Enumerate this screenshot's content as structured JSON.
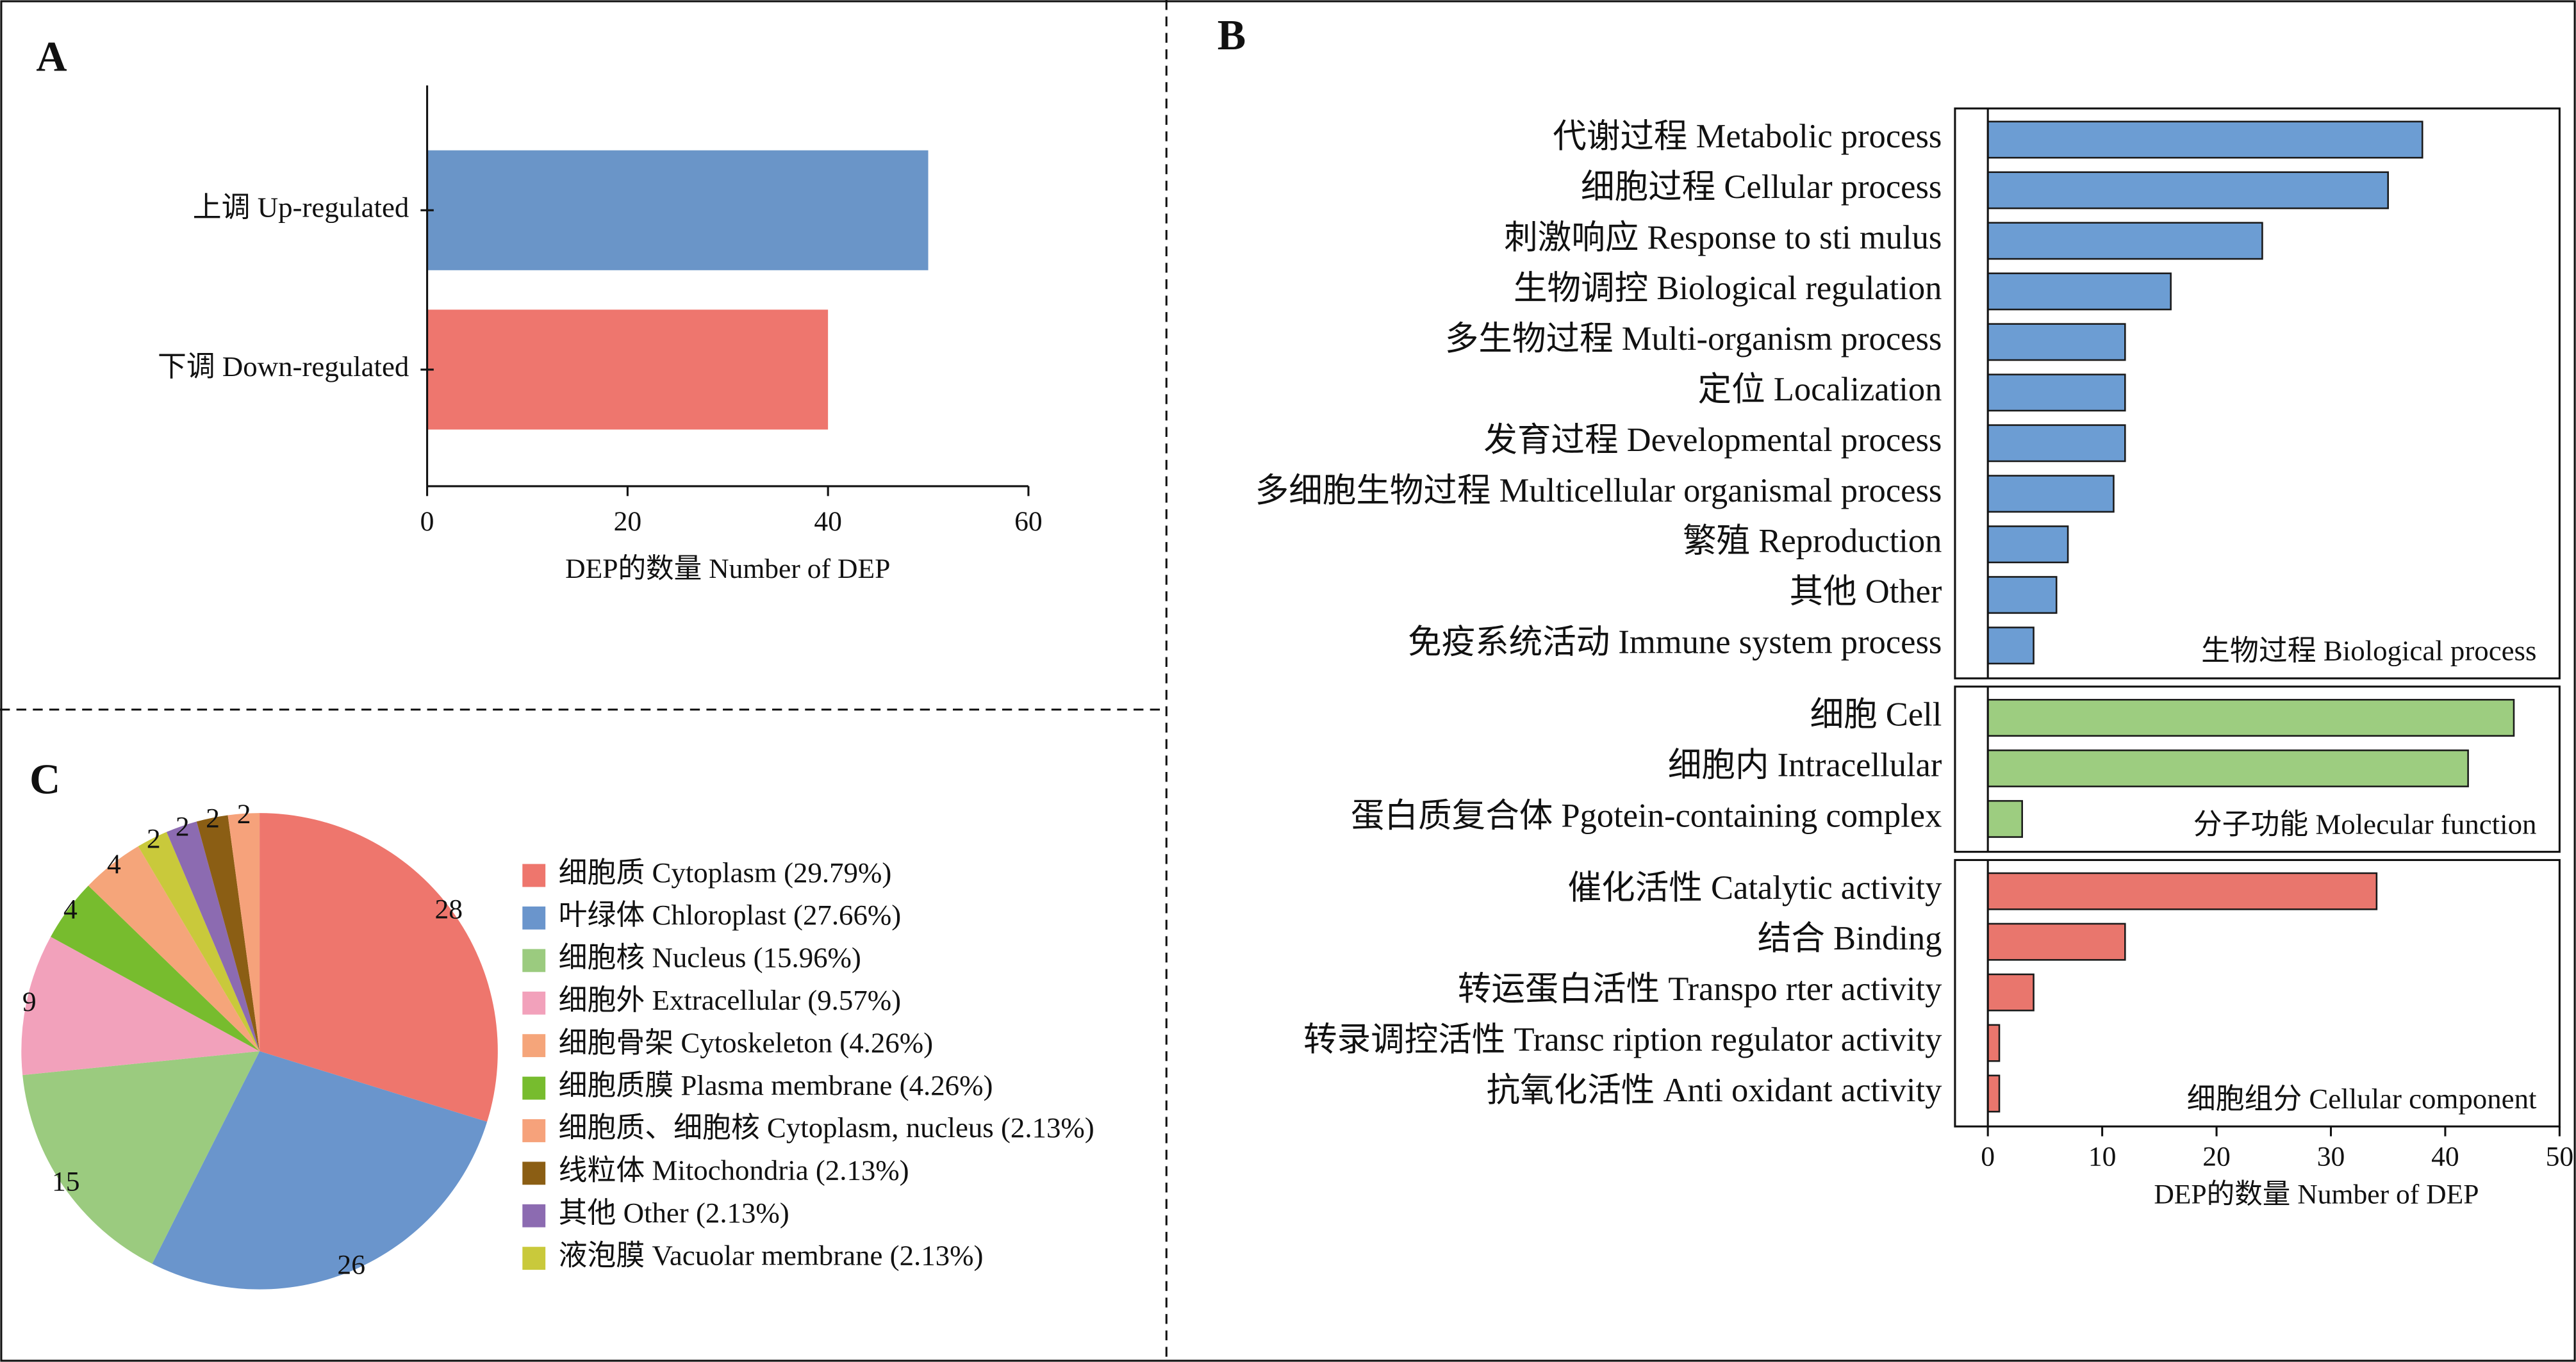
{
  "chart_data": [
    {
      "panel_label": "A",
      "type": "bar",
      "orientation": "horizontal",
      "categories": [
        "上调 Up-regulated",
        "下调 Down-regulated"
      ],
      "values": [
        50,
        40
      ],
      "colors": [
        "#6A95C8",
        "#EE766E"
      ],
      "xlabel": "DEP的数量 Number of DEP",
      "xlim": [
        0,
        60
      ],
      "xticks": [
        0,
        20,
        40,
        60
      ]
    },
    {
      "panel_label": "B",
      "type": "bar",
      "orientation": "horizontal",
      "groups": [
        {
          "name": "生物过程 Biological process",
          "color": "#6C9DD3",
          "categories": [
            "代谢过程 Metabolic process",
            "细胞过程 Cellular process",
            "刺激响应 Response to sti mulus",
            "生物调控 Biological regulation",
            "多生物过程 Multi-organism process",
            "定位 Localization",
            "发育过程 Developmental process",
            "多细胞生物过程 Multicellular organismal process",
            "繁殖 Reproduction",
            "其他 Other",
            "免疫系统活动 Immune system process"
          ],
          "values": [
            38,
            35,
            24,
            16,
            12,
            12,
            12,
            11,
            7,
            6,
            4
          ]
        },
        {
          "name": "分子功能 Molecular function",
          "color": "#9DCD80",
          "categories": [
            "细胞 Cell",
            "细胞内 Intracellular",
            "蛋白质复合体 Pgotein-containing complex"
          ],
          "values": [
            46,
            42,
            3
          ]
        },
        {
          "name": "细胞组分 Cellular component",
          "color": "#E9766D",
          "categories": [
            "催化活性 Catalytic activity",
            "结合 Binding",
            "转运蛋白活性 Transpo rter activity",
            "转录调控活性 Transc ription regulator activity",
            "抗氧化活性 Anti oxidant activity"
          ],
          "values": [
            34,
            12,
            4,
            1,
            1
          ]
        }
      ],
      "xlabel": "DEP的数量 Number of DEP",
      "xlim": [
        0,
        50
      ],
      "xticks": [
        0,
        10,
        20,
        30,
        40,
        50
      ]
    },
    {
      "panel_label": "C",
      "type": "pie",
      "slices": [
        {
          "label": "细胞质 Cytoplasm (29.79%)",
          "value": 28,
          "color": "#EE766D"
        },
        {
          "label": "叶绿体 Chloroplast (27.66%)",
          "value": 26,
          "color": "#6A95CC"
        },
        {
          "label": "细胞核 Nucleus (15.96%)",
          "value": 15,
          "color": "#9BCB7F"
        },
        {
          "label": "细胞外 Extracellular (9.57%)",
          "value": 9,
          "color": "#F2A1BB"
        },
        {
          "label": "细胞骨架 Cytoskeleton (4.26%)",
          "value": 4,
          "color": "#F5A57A"
        },
        {
          "label": "细胞质膜 Plasma membrane (4.26%)",
          "value": 4,
          "color": "#77BC2E"
        },
        {
          "label": "细胞质、细胞核 Cytoplasm, nucleus (2.13%)",
          "value": 2,
          "color": "#F6A27B"
        },
        {
          "label": "线粒体 Mitochondria (2.13%)",
          "value": 2,
          "color": "#8B5E14"
        },
        {
          "label": "其他 Other (2.13%)",
          "value": 2,
          "color": "#8C6BB1"
        },
        {
          "label": "液泡膜 Vacuolar membrane (2.13%)",
          "value": 2,
          "color": "#C9C93B"
        }
      ]
    }
  ]
}
